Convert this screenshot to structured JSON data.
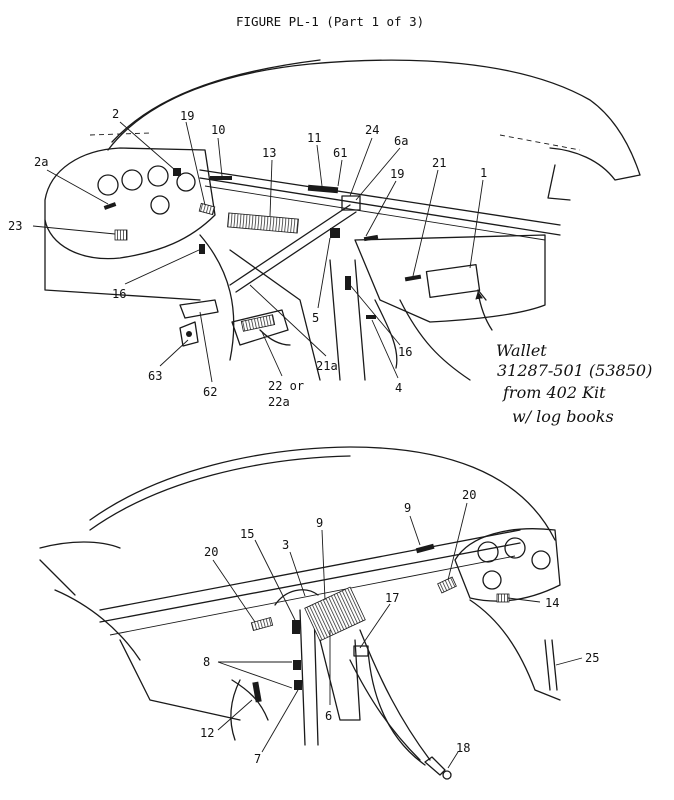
{
  "figure": {
    "title": "FIGURE PL-1 (Part 1 of 3)"
  },
  "top_view": {
    "callouts": [
      "2",
      "19",
      "10",
      "11",
      "61",
      "24",
      "6a",
      "2a",
      "13",
      "19",
      "21",
      "1",
      "23",
      "16",
      "5",
      "16",
      "63",
      "62",
      "22 or",
      "22a",
      "21a",
      "4"
    ]
  },
  "handwritten_note": {
    "lines": [
      "Wallet",
      "31287-501 (53850)",
      "from 402 Kit",
      "w/ log books"
    ]
  },
  "bottom_view": {
    "callouts": [
      "20",
      "9",
      "15",
      "3",
      "9",
      "20",
      "14",
      "17",
      "8",
      "25",
      "12",
      "6",
      "7",
      "18"
    ]
  }
}
